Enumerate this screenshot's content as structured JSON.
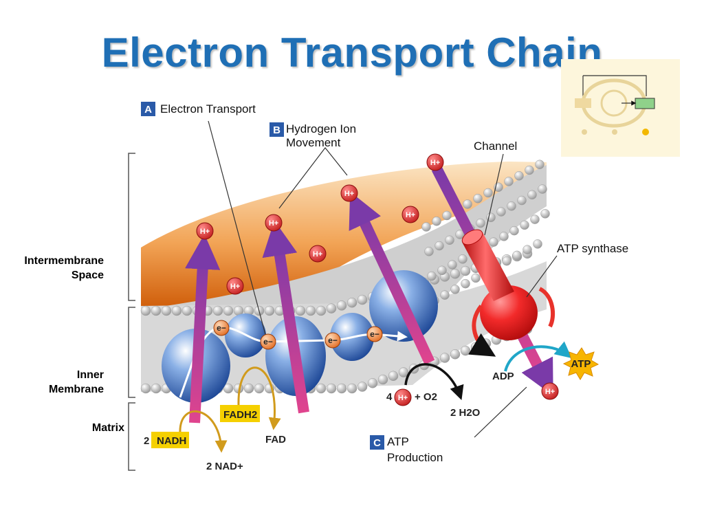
{
  "title": "Electron Transport Chain",
  "steps": [
    {
      "badge": "A",
      "label_lines": [
        "Electron Transport"
      ]
    },
    {
      "badge": "B",
      "label_lines": [
        "Hydrogen Ion",
        "Movement"
      ]
    },
    {
      "badge": "C",
      "label_lines": [
        "ATP",
        "Production"
      ]
    }
  ],
  "regions": {
    "intermembrane": [
      "Intermembrane",
      "Space"
    ],
    "inner": [
      "Inner",
      "Membrane"
    ],
    "matrix": "Matrix"
  },
  "callouts": {
    "channel": "Channel",
    "atp_synthase": "ATP synthase"
  },
  "molecules": {
    "nadh": "NADH",
    "nadh_coef": "2",
    "nad": "2 NAD+",
    "fadh2": "FADH2",
    "fad": "FAD",
    "h_coef": "4",
    "o2": "+ O2",
    "water": "2 H2O",
    "adp": "ADP",
    "atp": "ATP"
  },
  "ion_labels": {
    "proton": "H+",
    "electron": "e−"
  },
  "colors": {
    "title": "#1f6fb5",
    "ion": "#d42a2a",
    "arrow": "#8a3fa0",
    "complex": "#2e57a6",
    "synthase": "#e01b1b",
    "membrane_space": "#e07a1c",
    "cofactor_box": "#f5d000"
  }
}
